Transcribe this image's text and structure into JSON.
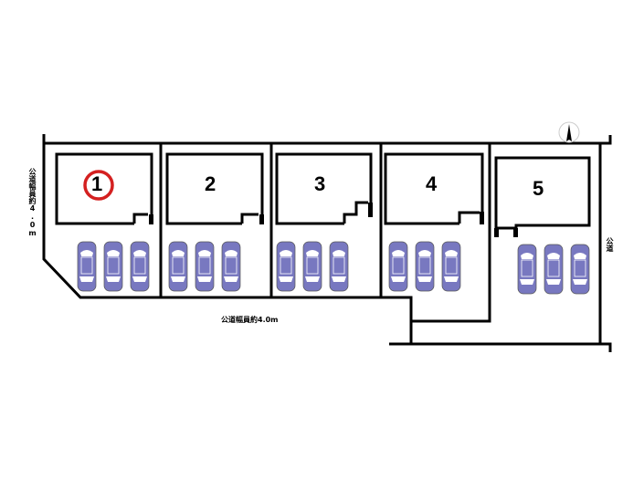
{
  "lots": [
    {
      "number": "1",
      "highlighted": true,
      "parking_spaces": 3
    },
    {
      "number": "2",
      "highlighted": false,
      "parking_spaces": 3
    },
    {
      "number": "3",
      "highlighted": false,
      "parking_spaces": 3
    },
    {
      "number": "4",
      "highlighted": false,
      "parking_spaces": 3
    },
    {
      "number": "5",
      "highlighted": false,
      "parking_spaces": 3
    }
  ],
  "roads": {
    "south": "公道幅員約4.0m",
    "west": "公道幅員約4.0m",
    "east": "公道"
  },
  "compass": "N",
  "colors": {
    "car": "#7878c0",
    "highlight": "#d42020",
    "line": "#000000"
  }
}
